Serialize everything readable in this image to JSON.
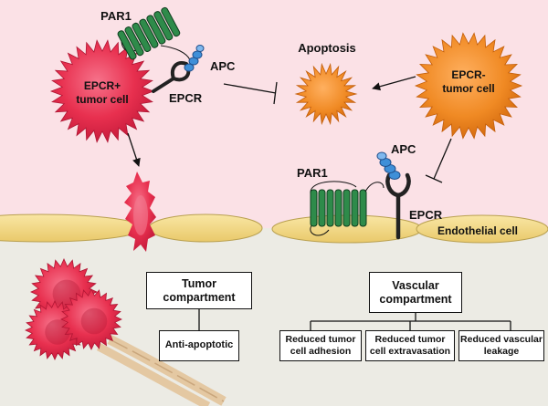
{
  "labels": {
    "par1_top": "PAR1",
    "apc_top": "APC",
    "epcr_top": "EPCR",
    "epcr_pos_line1": "EPCR+",
    "epcr_pos_line2": "tumor cell",
    "apoptosis": "Apoptosis",
    "epcr_neg_line1": "EPCR-",
    "epcr_neg_line2": "tumor cell",
    "par1_bottom": "PAR1",
    "apc_bottom": "APC",
    "epcr_bottom": "EPCR",
    "endothelial": "Endothelial cell"
  },
  "boxes": {
    "tumor_compartment": "Tumor compartment",
    "anti_apoptotic": "Anti-apoptotic",
    "vascular_compartment": "Vascular compartment",
    "reduced_adhesion": "Reduced tumor cell adhesion",
    "reduced_extravasation": "Reduced tumor cell extravasation",
    "reduced_leakage": "Reduced vascular leakage"
  },
  "colors": {
    "upper_background": "#fbe1e6",
    "lower_background": "#ecebe4",
    "tumor_red": "#e8304f",
    "apoptotic_orange": "#f08a24",
    "par1_green": "#2e8b4a",
    "apc_blue": "#3f8fd8",
    "endothelial_tan": "#f3dc8e"
  }
}
